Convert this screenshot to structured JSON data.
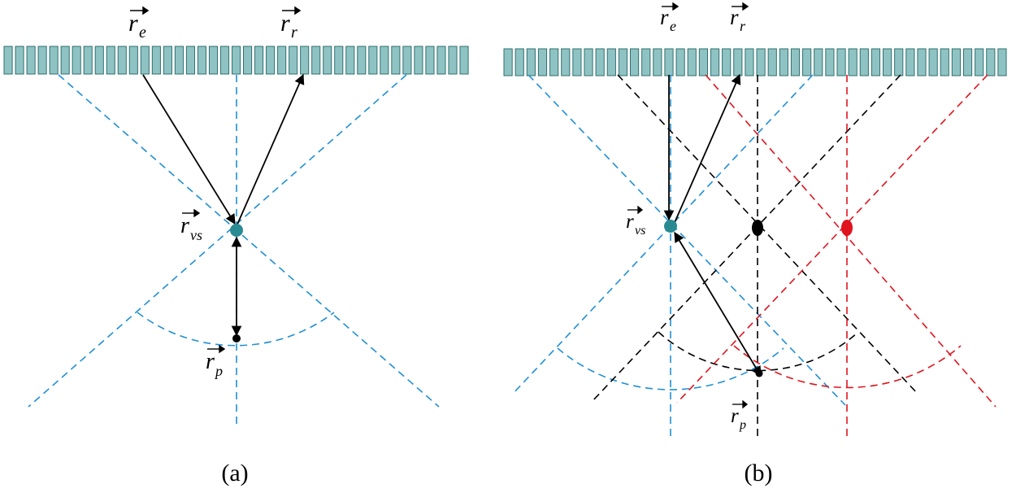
{
  "colors": {
    "element_fill": "#8fc3c3",
    "element_stroke": "#2f6f6f",
    "blue_dash": "#1f8fd6",
    "black_dash": "#000000",
    "red_dash": "#e0141e",
    "vs_point": "#2a8a92",
    "point_black": "#000000",
    "point_red": "#e0141e"
  },
  "panel_a": {
    "caption": "(a)",
    "labels": {
      "re": "r",
      "re_sub": "e",
      "rr": "r",
      "rr_sub": "r",
      "rvs": "r",
      "rvs_sub": "vs",
      "rp": "r",
      "rp_sub": "p"
    }
  },
  "panel_b": {
    "caption": "(b)",
    "labels": {
      "re": "r",
      "re_sub": "e",
      "rr": "r",
      "rr_sub": "r",
      "rvs": "r",
      "rvs_sub": "vs",
      "rp": "r",
      "rp_sub": "p"
    }
  }
}
